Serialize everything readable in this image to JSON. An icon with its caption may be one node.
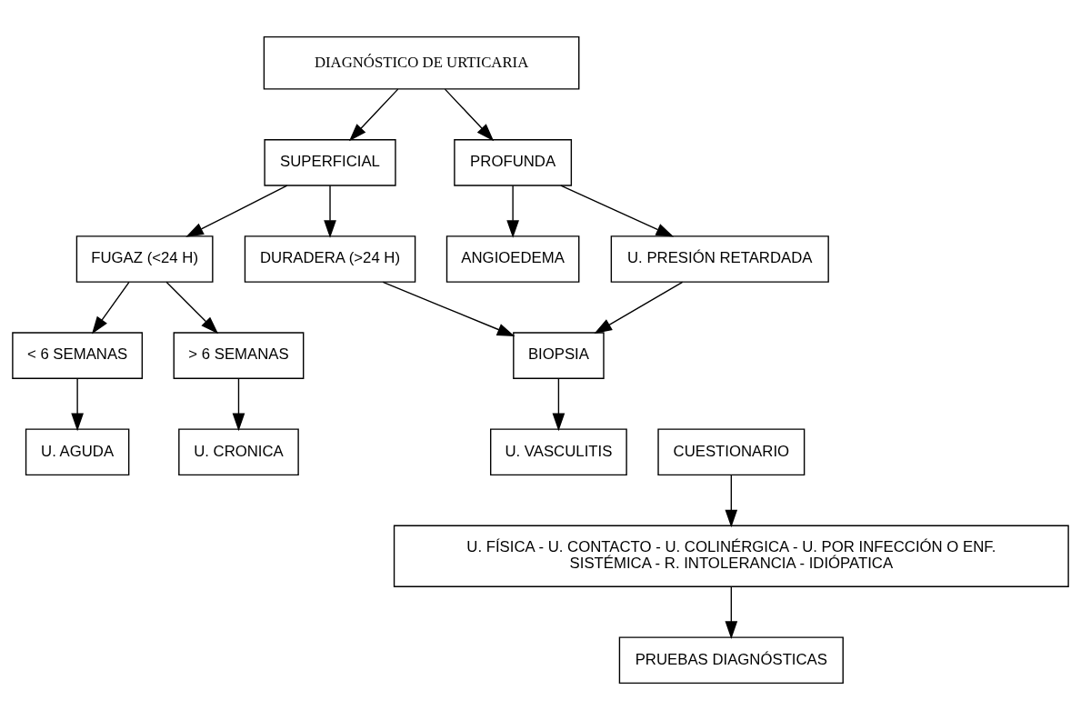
{
  "diagram": {
    "nodes": [
      {
        "text": [
          "DIAGNÓSTICO DE URTICARIA"
        ]
      },
      {
        "text": [
          "SUPERFICIAL"
        ]
      },
      {
        "text": [
          "PROFUNDA"
        ]
      },
      {
        "text": [
          "FUGAZ (<24 H)"
        ]
      },
      {
        "text": [
          "DURADERA (>24 H)"
        ]
      },
      {
        "text": [
          "ANGIOEDEMA"
        ]
      },
      {
        "text": [
          "U. PRESIÓN RETARDADA"
        ]
      },
      {
        "text": [
          "< 6 SEMANAS"
        ]
      },
      {
        "text": [
          "> 6 SEMANAS"
        ]
      },
      {
        "text": [
          "BIOPSIA"
        ]
      },
      {
        "text": [
          "U. VASCULITIS"
        ]
      },
      {
        "text": [
          "U. AGUDA"
        ]
      },
      {
        "text": [
          "U. CRONICA"
        ]
      },
      {
        "text": [
          "CUESTIONARIO"
        ]
      },
      {
        "text": [
          "U. FÍSICA - U. CONTACTO - U. COLINÉRGICA - U. POR INFECCIÓN O ENF. SISTÉMICA - R. INTOLERANCIA - IDIÓPATICA"
        ]
      },
      {
        "text": [
          "PRUEBAS DIAGNÓSTICAS"
        ]
      }
    ],
    "edges": [
      {
        "from": 0,
        "to": 1,
        "arrow": "to"
      },
      {
        "from": 0,
        "to": 2,
        "arrow": "to"
      },
      {
        "from": 1,
        "to": 3,
        "arrow": "to"
      },
      {
        "from": 1,
        "to": 4,
        "arrow": "to"
      },
      {
        "from": 2,
        "to": 5,
        "arrow": "to"
      },
      {
        "from": 2,
        "to": 6,
        "arrow": "to"
      },
      {
        "from": 3,
        "to": 7,
        "arrow": "to"
      },
      {
        "from": 3,
        "to": 8,
        "arrow": "to"
      },
      {
        "from": 4,
        "to": 9,
        "arrow": "to"
      },
      {
        "from": 6,
        "to": 9,
        "arrow": "to"
      },
      {
        "from": 9,
        "to": 10,
        "arrow": "to"
      },
      {
        "from": 7,
        "to": 11,
        "arrow": "to"
      },
      {
        "from": 8,
        "to": 12,
        "arrow": "to"
      },
      {
        "from": 13,
        "to": 14,
        "arrow": "to"
      },
      {
        "from": 14,
        "to": 15,
        "arrow": "to"
      }
    ]
  }
}
